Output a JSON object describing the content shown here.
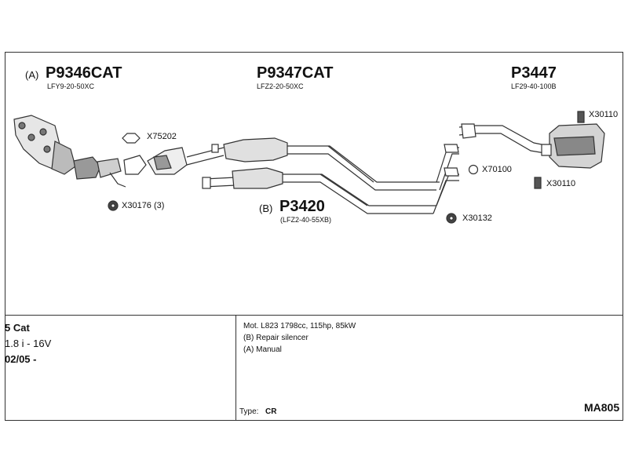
{
  "header": {
    "partA": {
      "marker": "(A)",
      "code": "P9346CAT",
      "sub": "LFY9-20-50XC"
    },
    "partMid": {
      "code": "P9347CAT",
      "sub": "LFZ2-20-50XC"
    },
    "partRight": {
      "code": "P3447",
      "sub": "LF29-40-100B"
    },
    "partB": {
      "marker": "(B)",
      "code": "P3420",
      "sub": "(LFZ2-40-55XB)"
    }
  },
  "fittings": [
    {
      "id": "x75202",
      "label": "X75202"
    },
    {
      "id": "x30176",
      "label": "X30176 (3)"
    },
    {
      "id": "x70100",
      "label": "X70100"
    },
    {
      "id": "x30132",
      "label": "X30132"
    },
    {
      "id": "x30110a",
      "label": "X30110"
    },
    {
      "id": "x30110b",
      "label": "X30110"
    }
  ],
  "footer": {
    "left": {
      "line1": "5 Cat",
      "line2": "1.8 i - 16V",
      "line3": "02/05 -"
    },
    "info": {
      "line1": "Mot. L823 1798cc, 115hp, 85kW",
      "line2": "(B) Repair silencer",
      "line3": "(A) Manual"
    },
    "type_label": "Type:",
    "type_value": "CR",
    "model": "MA805"
  },
  "colors": {
    "line": "#333333",
    "fill_dark": "#555555",
    "fill_light": "#dddddd"
  }
}
